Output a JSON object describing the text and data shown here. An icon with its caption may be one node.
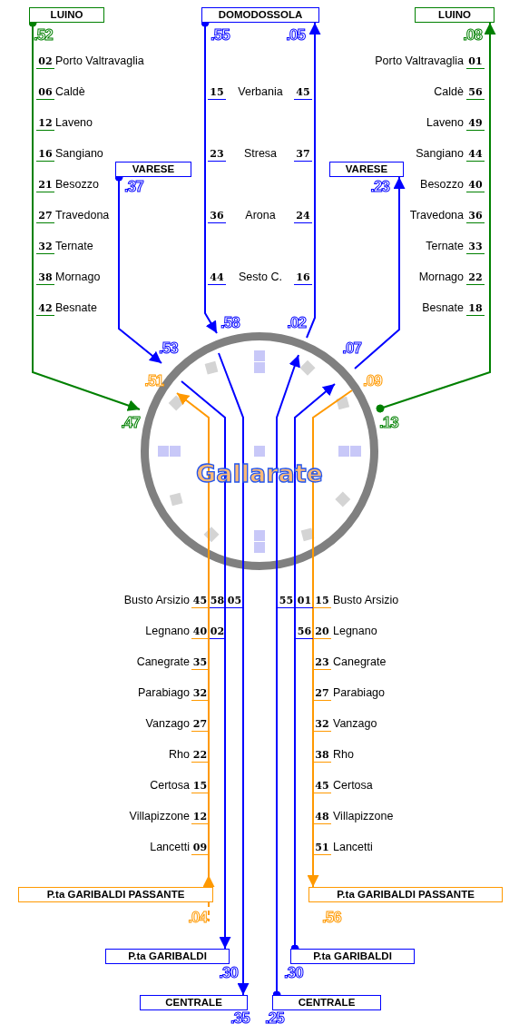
{
  "diagram": {
    "nodes": [
      {
        "text": [
          "LUINO"
        ]
      },
      {
        "text": [
          "DOMODOSSOLA"
        ]
      },
      {
        "text": [
          "LUINO"
        ]
      },
      {
        "text": [
          "VARESE"
        ]
      },
      {
        "text": [
          "VARESE"
        ]
      },
      {
        "text": [
          "Gallarate"
        ]
      },
      {
        "text": [
          "P.ta GARIBALDI PASSANTE"
        ]
      },
      {
        "text": [
          "P.ta GARIBALDI PASSANTE"
        ]
      },
      {
        "text": [
          "P.ta GARIBALDI"
        ]
      },
      {
        "text": [
          "P.ta GARIBALDI"
        ]
      },
      {
        "text": [
          "CENTRALE"
        ]
      },
      {
        "text": [
          "CENTRALE"
        ]
      }
    ],
    "edges": [
      {
        "from": 0,
        "to": 5,
        "arrow": "to",
        "color": "#008000"
      },
      {
        "from": 1,
        "to": 5,
        "arrow": "to"
      },
      {
        "from": 5,
        "to": 1,
        "arrow": "to"
      },
      {
        "from": 5,
        "to": 2,
        "arrow": "to",
        "color": "#008000"
      },
      {
        "from": 3,
        "to": 5,
        "arrow": "to"
      },
      {
        "from": 5,
        "to": 4,
        "arrow": "to"
      },
      {
        "from": 6,
        "to": 5,
        "arrow": "to",
        "color": "#ff9900"
      },
      {
        "from": 5,
        "to": 7,
        "arrow": "to",
        "color": "#ff9900"
      },
      {
        "from": 5,
        "to": 8,
        "arrow": "to"
      },
      {
        "from": 5,
        "to": 10,
        "arrow": "to"
      },
      {
        "from": 9,
        "to": 5,
        "arrow": "to"
      },
      {
        "from": 11,
        "to": 5,
        "arrow": "to"
      }
    ],
    "labels": [
      ".52",
      ".55",
      ".05",
      ".08",
      "02",
      "Porto Valtravaglia",
      "06",
      "Caldè",
      "12",
      "Laveno",
      "16",
      "Sangiano",
      "21",
      "Besozzo",
      "27",
      "Travedona",
      "32",
      "Ternate",
      "38",
      "Mornago",
      "42",
      "Besnate",
      "15",
      "Verbania",
      "45",
      "23",
      "Stresa",
      "37",
      "36",
      "Arona",
      "24",
      "44",
      "Sesto C.",
      "16",
      "Porto Valtravaglia",
      "01",
      "Caldè",
      "56",
      "Laveno",
      "49",
      "Sangiano",
      "44",
      "Besozzo",
      "40",
      "Travedona",
      "36",
      "Ternate",
      "33",
      "Mornago",
      "22",
      "Besnate",
      "18",
      ".37",
      ".23",
      ".58",
      ".02",
      ".53",
      ".07",
      ".51",
      ".09",
      ".47",
      ".13",
      "Busto Arsizio",
      "45",
      "58",
      "05",
      "Legnano",
      "40",
      "02",
      "Canegrate",
      "35",
      "Parabiago",
      "32",
      "Vanzago",
      "27",
      "Rho",
      "22",
      "Certosa",
      "15",
      "Villapizzone",
      "12",
      "Lancetti",
      "09",
      "55",
      "01",
      "15",
      "Busto Arsizio",
      "56",
      "20",
      "Legnano",
      "23",
      "Canegrate",
      "27",
      "Parabiago",
      "32",
      "Vanzago",
      "38",
      "Rho",
      "45",
      "Certosa",
      "48",
      "Villapizzone",
      "51",
      "Lancetti",
      ".04",
      ".56",
      ".30",
      ".30",
      ".35",
      ".25"
    ]
  }
}
